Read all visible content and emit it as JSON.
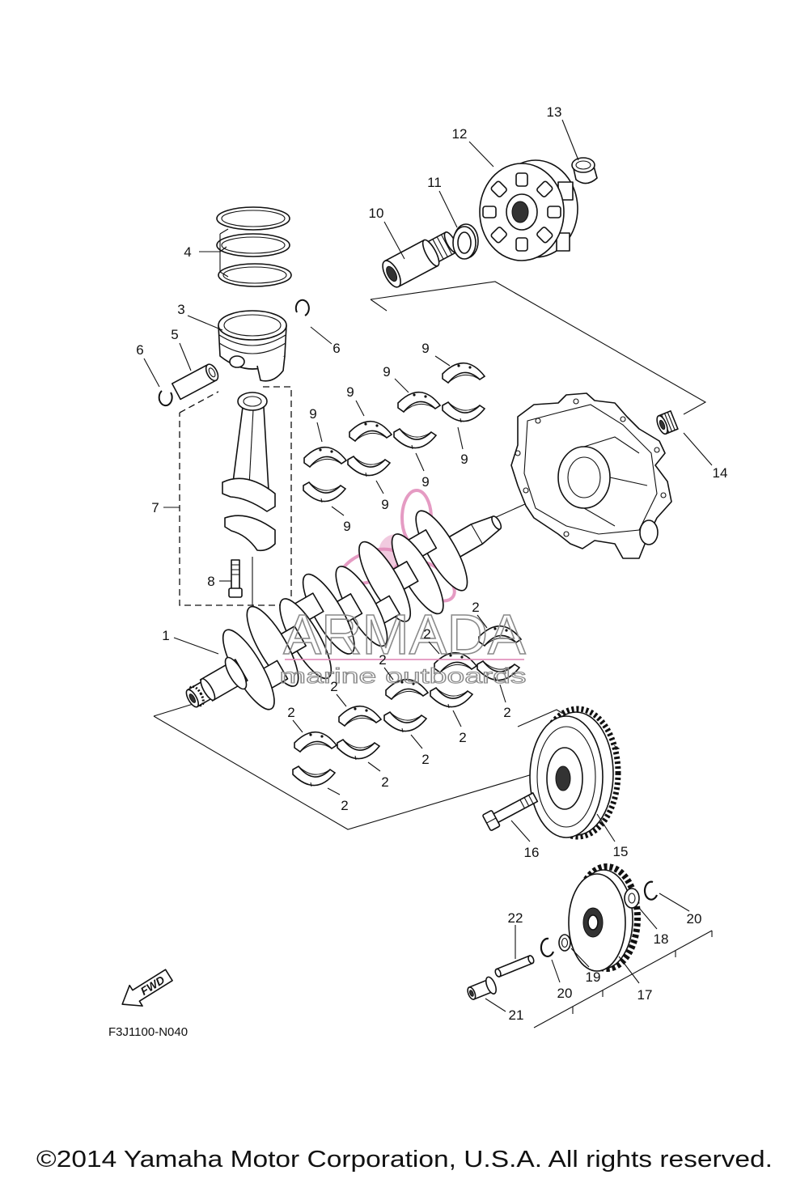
{
  "callouts": [
    "13",
    "12",
    "11",
    "10",
    "4",
    "3",
    "5",
    "6",
    "6",
    "9",
    "9",
    "9",
    "9",
    "9",
    "9",
    "9",
    "9",
    "14",
    "7",
    "8",
    "1",
    "2",
    "2",
    "2",
    "2",
    "2",
    "2",
    "2",
    "2",
    "2",
    "2",
    "16",
    "15",
    "22",
    "20",
    "18",
    "19",
    "20",
    "17",
    "21"
  ],
  "fwd_label": "FWD",
  "figure_code": "F3J1100-N040",
  "copyright": "©2014 Yamaha Motor Corporation, U.S.A. All rights reserved.",
  "watermark": {
    "brand": "ARMADA",
    "tagline": "marine outboards",
    "color": "#e08ab8"
  }
}
